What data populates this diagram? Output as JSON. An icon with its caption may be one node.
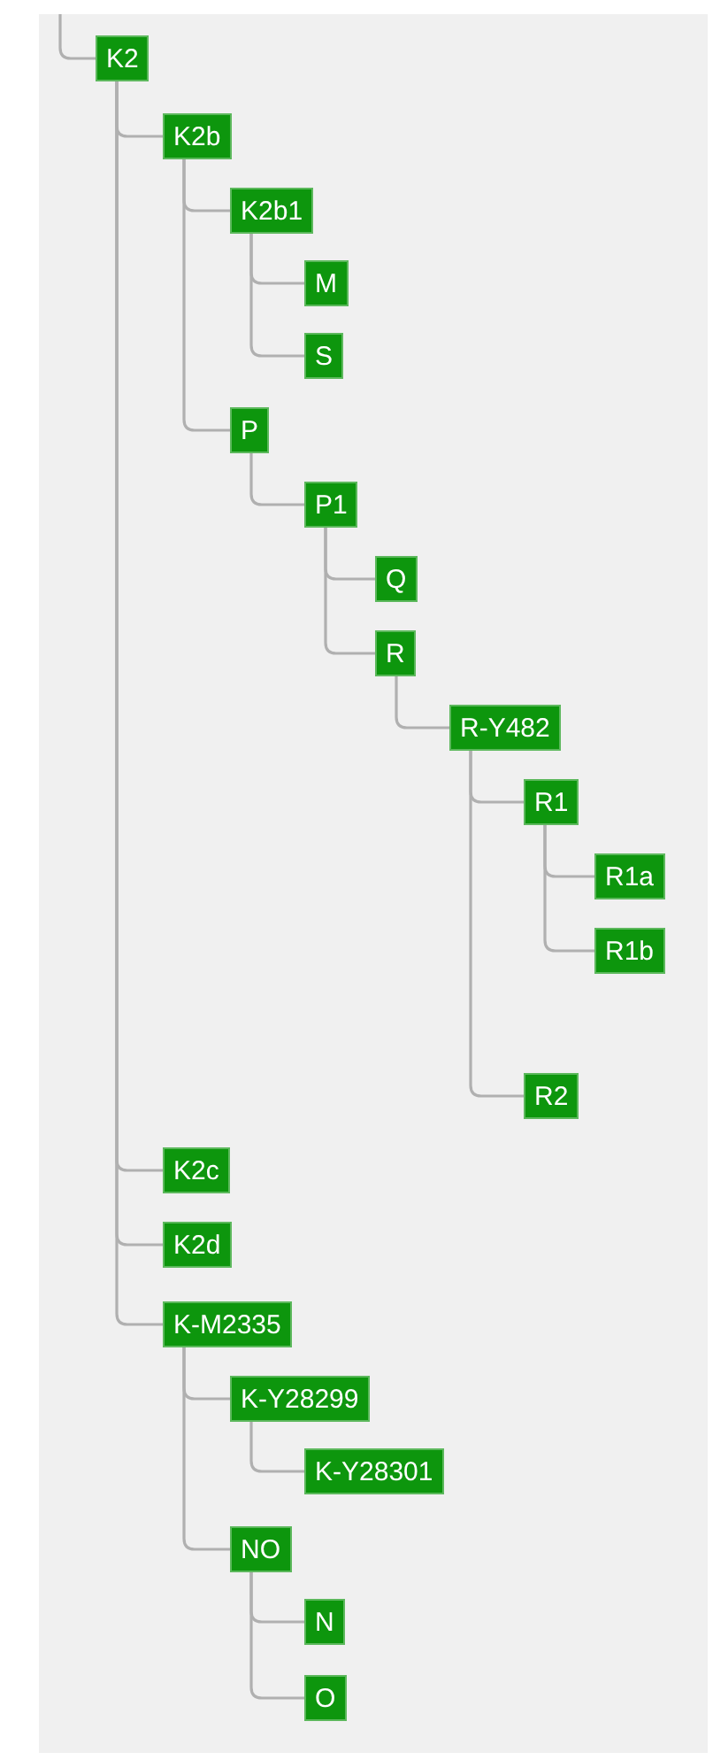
{
  "diagram": {
    "nodes": [
      {
        "text": [
          "K2"
        ]
      },
      {
        "text": [
          "K2b"
        ]
      },
      {
        "text": [
          "K2b1"
        ]
      },
      {
        "text": [
          "M"
        ]
      },
      {
        "text": [
          "S"
        ]
      },
      {
        "text": [
          "P"
        ]
      },
      {
        "text": [
          "P1"
        ]
      },
      {
        "text": [
          "Q"
        ]
      },
      {
        "text": [
          "R"
        ]
      },
      {
        "text": [
          "R-Y482"
        ]
      },
      {
        "text": [
          "R1"
        ]
      },
      {
        "text": [
          "R1a"
        ]
      },
      {
        "text": [
          "R1b"
        ]
      },
      {
        "text": [
          "R2"
        ]
      },
      {
        "text": [
          "K2c"
        ]
      },
      {
        "text": [
          "K2d"
        ]
      },
      {
        "text": [
          "K-M2335"
        ]
      },
      {
        "text": [
          "K-Y28299"
        ]
      },
      {
        "text": [
          "K-Y28301"
        ]
      },
      {
        "text": [
          "NO"
        ]
      },
      {
        "text": [
          "N"
        ]
      },
      {
        "text": [
          "O"
        ]
      }
    ],
    "edges": [
      {
        "from": null,
        "to": 0,
        "arrow": "none"
      },
      {
        "from": 0,
        "to": 1,
        "arrow": "none"
      },
      {
        "from": 1,
        "to": 2,
        "arrow": "none"
      },
      {
        "from": 2,
        "to": 3,
        "arrow": "none"
      },
      {
        "from": 2,
        "to": 4,
        "arrow": "none"
      },
      {
        "from": 1,
        "to": 5,
        "arrow": "none"
      },
      {
        "from": 5,
        "to": 6,
        "arrow": "none"
      },
      {
        "from": 6,
        "to": 7,
        "arrow": "none"
      },
      {
        "from": 6,
        "to": 8,
        "arrow": "none"
      },
      {
        "from": 8,
        "to": 9,
        "arrow": "none"
      },
      {
        "from": 9,
        "to": 10,
        "arrow": "none"
      },
      {
        "from": 10,
        "to": 11,
        "arrow": "none"
      },
      {
        "from": 10,
        "to": 12,
        "arrow": "none"
      },
      {
        "from": 9,
        "to": 13,
        "arrow": "none"
      },
      {
        "from": 0,
        "to": 14,
        "arrow": "none"
      },
      {
        "from": 0,
        "to": 15,
        "arrow": "none"
      },
      {
        "from": 0,
        "to": 16,
        "arrow": "none"
      },
      {
        "from": 16,
        "to": 17,
        "arrow": "none"
      },
      {
        "from": 17,
        "to": 18,
        "arrow": "none"
      },
      {
        "from": 16,
        "to": 19,
        "arrow": "none"
      },
      {
        "from": 19,
        "to": 20,
        "arrow": "none"
      },
      {
        "from": 19,
        "to": 21,
        "arrow": "none"
      }
    ]
  }
}
